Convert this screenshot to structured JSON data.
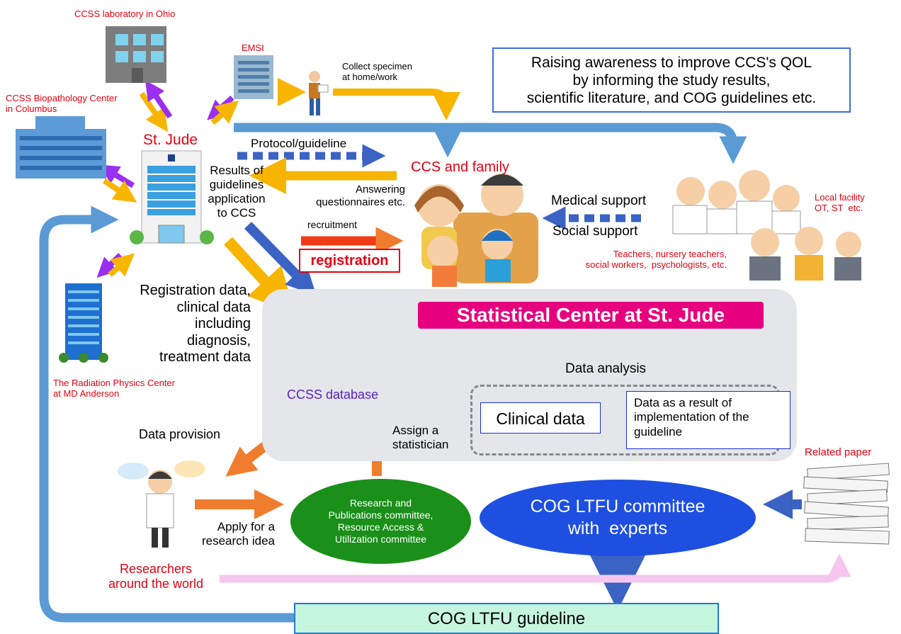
{
  "nodes": {
    "ccss_lab": "CCSS laboratory in Ohio",
    "biopath": "CCSS Biopathology Center\nin Columbus",
    "emsi": "EMSI",
    "collect_specimen": "Collect specimen\nat home/work",
    "st_jude": "St. Jude",
    "radiation_center": "The Radiation Physics Center\nat MD Anderson",
    "ccs_family": "CCS and family",
    "local_facility": "Local facility\nOT, ST  etc.",
    "teachers": "Teachers, nursery teachers,\nsocial workers,  psychologists, etc.",
    "related_paper": "Related paper",
    "researchers": "Researchers\naround the world"
  },
  "awareness": "Raising awareness to improve CCS's QOL\nby informing the study results,\nscientific literature, and COG guidelines etc.",
  "flows": {
    "protocol": "Protocol/guideline",
    "results_guidelines": "Results of\nguidelines\napplication\nto CCS",
    "answering": "Answering\nquestionnaires etc.",
    "recruitment": "recruitment",
    "registration": "registration",
    "medical_support": "Medical support",
    "social_support": "Social support",
    "registration_data": "Registration data,\nclinical data\nincluding\ndiagnosis,\ntreatment data",
    "data_provision": "Data provision",
    "assign": "Assign a\nstatistician",
    "apply": "Apply for a\nresearch idea",
    "data_analysis": "Data analysis"
  },
  "statistical_center": {
    "title": "Statistical Center at St. Jude",
    "database": "CCSS database",
    "clinical_data": "Clinical data",
    "impl_data": "Data as a result of implementation of the guideline"
  },
  "committees": {
    "research": "Research and\nPublications committee,\nResource Access &\nUtilization committee",
    "cog_ltfu": "COG LTFU committee\nwith  experts"
  },
  "guideline": "COG LTFU guideline",
  "colors": {
    "yellow_arrow": "#f7b500",
    "purple_arrow": "#9a2ff0",
    "blue_arrow": "#5b9bd5",
    "dark_blue_arrow": "#3b63c4",
    "orange_arrow": "#ef7d2d",
    "red_text": "#e60012",
    "magenta": "#e6007e"
  }
}
